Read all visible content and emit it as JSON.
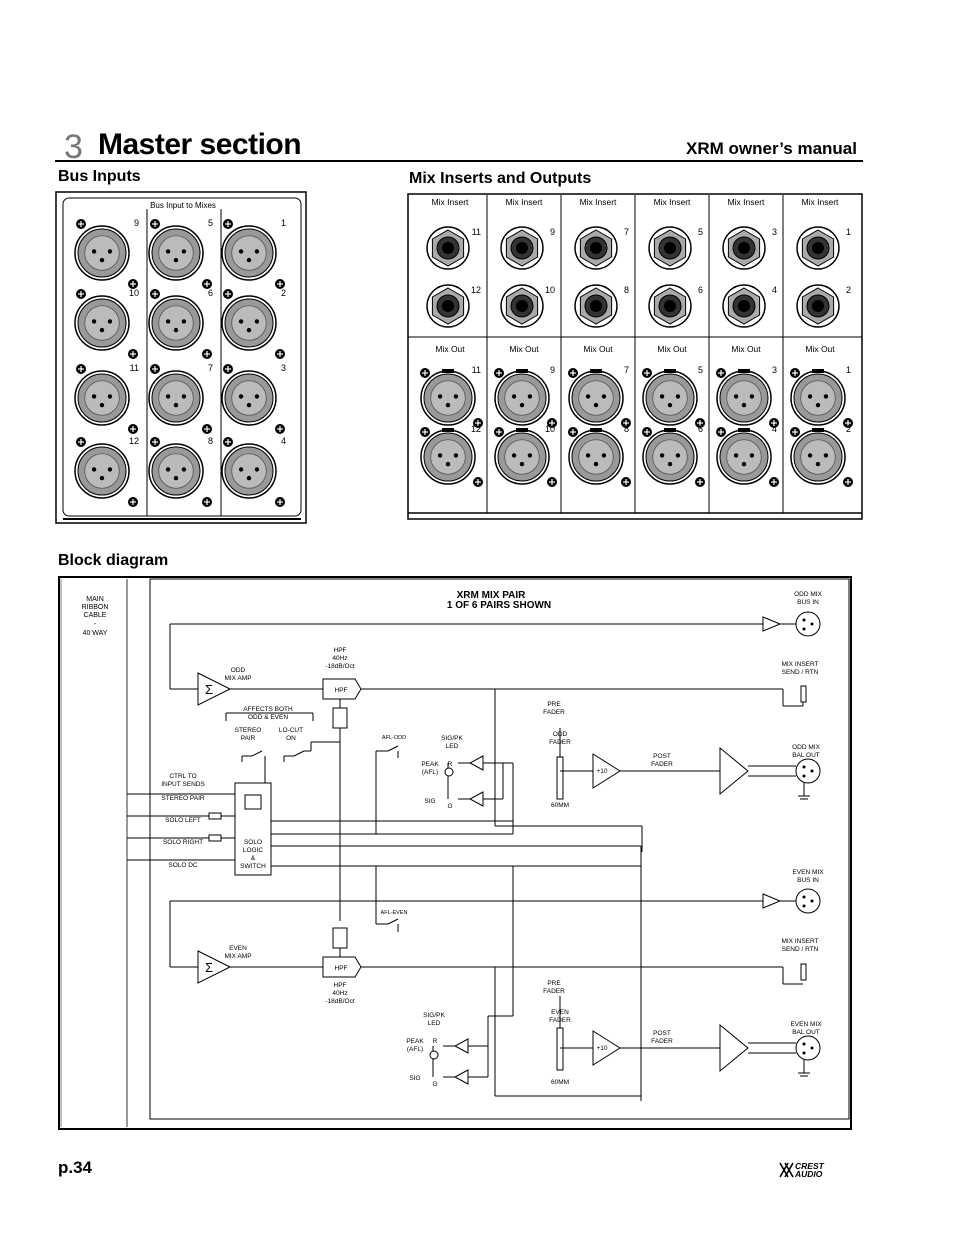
{
  "header": {
    "chapter_number": "3",
    "chapter_title": "Master section",
    "manual_title": "XRM owner’s manual"
  },
  "bus_inputs": {
    "heading": "Bus Inputs",
    "panel_label": "Bus Input to Mixes",
    "connectors": [
      [
        "9",
        "5",
        "1"
      ],
      [
        "10",
        "6",
        "2"
      ],
      [
        "11",
        "7",
        "3"
      ],
      [
        "12",
        "8",
        "4"
      ]
    ]
  },
  "mix_inserts": {
    "heading": "Mix Inserts and Outputs",
    "insert_label": "Mix Insert",
    "out_label": "Mix Out",
    "columns": [
      {
        "top": "11",
        "bottom": "12"
      },
      {
        "top": "9",
        "bottom": "10"
      },
      {
        "top": "7",
        "bottom": "8"
      },
      {
        "top": "5",
        "bottom": "6"
      },
      {
        "top": "3",
        "bottom": "4"
      },
      {
        "top": "1",
        "bottom": "2"
      }
    ]
  },
  "block_diagram": {
    "heading": "Block diagram",
    "main_ribbon": [
      "MAIN",
      "RIBBON",
      "CABLE",
      "-",
      "40 WAY"
    ],
    "title": [
      "XRM MIX PAIR",
      "1 OF 6 PAIRS SHOWN"
    ],
    "odd_mix_bus_in": [
      "ODD MIX",
      "BUS IN"
    ],
    "even_mix_bus_in": [
      "EVEN MIX",
      "BUS IN"
    ],
    "mix_insert_send_rtn": [
      "MIX INSERT",
      "SEND / RTN"
    ],
    "odd_mix_amp": [
      "ODD",
      "MIX AMP"
    ],
    "even_mix_amp": [
      "EVEN",
      "MIX AMP"
    ],
    "hpf": "HPF",
    "hpf_spec": [
      "HPF",
      "40Hz",
      "-18dB/Oct"
    ],
    "affects_both": [
      "AFFECTS BOTH",
      "ODD & EVEN"
    ],
    "stereo_pair_sw": [
      "STEREO",
      "PAIR"
    ],
    "lo_cut_sw": [
      "LO-CUT",
      "ON"
    ],
    "afl_odd": "AFL-ODD",
    "afl_even": "AFL-EVEN",
    "sig_pk_led": [
      "SIG/PK",
      "LED"
    ],
    "peak_afl": [
      "PEAK",
      "(AFL)"
    ],
    "r": "R",
    "g": "G",
    "sig": "SIG",
    "pre_fader": [
      "PRE",
      "FADER"
    ],
    "odd_fader": [
      "ODD",
      "FADER"
    ],
    "even_fader": [
      "EVEN",
      "FADER"
    ],
    "fader_len": "60MM",
    "gain": "+10",
    "post_fader": [
      "POST",
      "FADER"
    ],
    "odd_mix_bal_out": [
      "ODD MIX",
      "BAL OUT"
    ],
    "even_mix_bal_out": [
      "EVEN MIX",
      "BAL OUT"
    ],
    "ctrl_to_input_sends": [
      "CTRL TO",
      "INPUT SENDS"
    ],
    "stereo_pair": "STEREO PAIR",
    "solo_left": "SOLO LEFT",
    "solo_right": "SOLO RIGHT",
    "solo_dc": "SOLO DC",
    "solo_logic": [
      "SOLO",
      "LOGIC",
      "&",
      "SWITCH"
    ],
    "sigma": "Σ"
  },
  "footer": {
    "page": "p.34",
    "logo_text": [
      "CREST",
      "AUDIO"
    ]
  }
}
